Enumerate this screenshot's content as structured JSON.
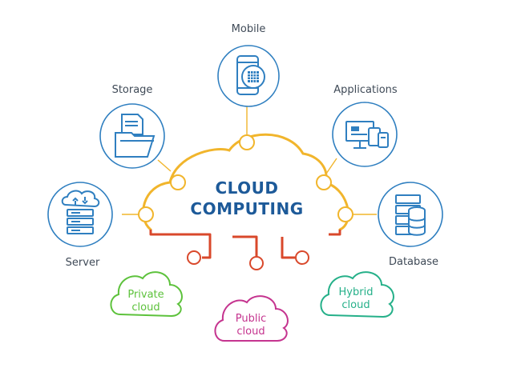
{
  "diagram": {
    "title_line1": "CLOUD",
    "title_line2": "COMPUTING",
    "nodes": [
      {
        "label": "Mobile",
        "icon": "mobile-icon"
      },
      {
        "label": "Storage",
        "icon": "folder-icon"
      },
      {
        "label": "Applications",
        "icon": "computer-icon"
      },
      {
        "label": "Server",
        "icon": "server-icon"
      },
      {
        "label": "Database",
        "icon": "database-icon"
      }
    ],
    "cloud_types": [
      {
        "line1": "Private",
        "line2": "cloud",
        "color": "#5dc23c"
      },
      {
        "line1": "Public",
        "line2": "cloud",
        "color": "#c5348f"
      },
      {
        "line1": "Hybrid",
        "line2": "cloud",
        "color": "#25b089"
      }
    ],
    "colors": {
      "icon_blue": "#2f7fc0",
      "cloud_orange": "#f1b52c",
      "connector_red": "#d9482b",
      "title_blue": "#1d5a99"
    }
  }
}
